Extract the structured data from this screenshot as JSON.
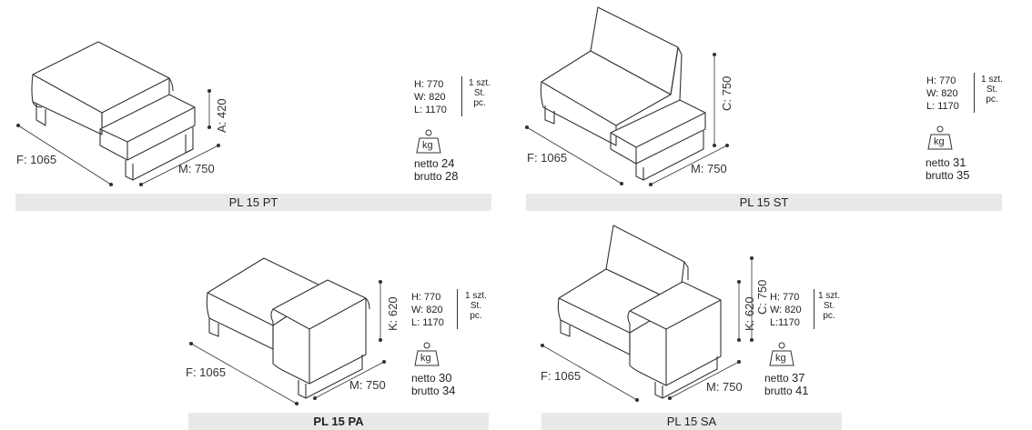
{
  "products": [
    {
      "name": "PL 15 PT",
      "height_dim": "A: 420",
      "depth_dim": "F: 1065",
      "width_dim": "M: 750",
      "box": {
        "h": "H: 770",
        "w": "W: 820",
        "l": "L: 1170"
      },
      "pack": {
        "line1": "1 szt.",
        "line2": "St.",
        "line3": "pc."
      },
      "weight": {
        "netto_label": "netto",
        "netto": "24",
        "brutto_label": "brutto",
        "brutto": "28"
      },
      "kg_label": "kg"
    },
    {
      "name": "PL 15 ST",
      "height_dim": "C: 750",
      "depth_dim": "F: 1065",
      "width_dim": "M: 750",
      "box": {
        "h": "H: 770",
        "w": "W: 820",
        "l": "L: 1170"
      },
      "pack": {
        "line1": "1 szt.",
        "line2": "St.",
        "line3": "pc."
      },
      "weight": {
        "netto_label": "netto",
        "netto": "31",
        "brutto_label": "brutto",
        "brutto": "35"
      },
      "kg_label": "kg"
    },
    {
      "name": "PL 15 PA",
      "height_dim": "K: 620",
      "depth_dim": "F: 1065",
      "width_dim": "M: 750",
      "box": {
        "h": "H: 770",
        "w": "W: 820",
        "l": "L: 1170"
      },
      "pack": {
        "line1": "1 szt.",
        "line2": "St.",
        "line3": "pc."
      },
      "weight": {
        "netto_label": "netto",
        "netto": "30",
        "brutto_label": "brutto",
        "brutto": "34"
      },
      "kg_label": "kg"
    },
    {
      "name": "PL 15 SA",
      "height_dim": "K: 620",
      "height_dim2": "C: 750",
      "depth_dim": "F: 1065",
      "width_dim": "M: 750",
      "box": {
        "h": "H: 770",
        "w": "W: 820",
        "l": "L:1170"
      },
      "pack": {
        "line1": "1 szt.",
        "line2": "St.",
        "line3": "pc."
      },
      "weight": {
        "netto_label": "netto",
        "netto": "37",
        "brutto_label": "brutto",
        "brutto": "41"
      },
      "kg_label": "kg"
    }
  ]
}
